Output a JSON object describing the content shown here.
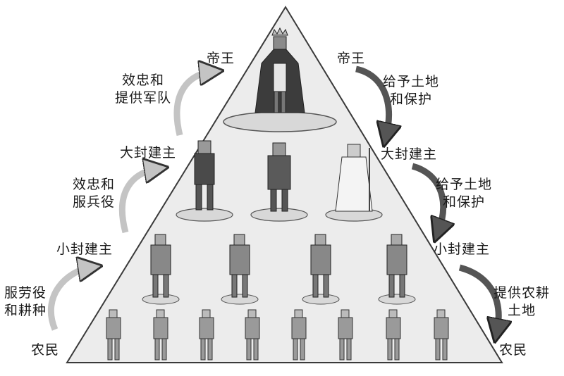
{
  "diagram": {
    "levels": {
      "king_left": "帝王",
      "king_right": "帝王",
      "great_lord_left": "大封建主",
      "great_lord_right": "大封建主",
      "lesser_lord_left": "小封建主",
      "lesser_lord_right": "小封建主",
      "peasant_left": "农民",
      "peasant_right": "农民"
    },
    "upward_obligations": [
      {
        "line1": "效忠和",
        "line2": "提供军队"
      },
      {
        "line1": "效忠和",
        "line2": "服兵役"
      },
      {
        "line1": "服劳役",
        "line2": "和耕种"
      }
    ],
    "downward_grants": [
      {
        "line1": "给予土地",
        "line2": "和保护"
      },
      {
        "line1": "给予土地",
        "line2": "和保护"
      },
      {
        "line1": "提供农耕",
        "line2": "土地"
      }
    ],
    "colors": {
      "pyramid_fill": "#ececec",
      "pyramid_stroke": "#3a3a3a",
      "up_arrow": "#c4c4c4",
      "down_arrow": "#555555",
      "figure": "#4a4a4a"
    }
  }
}
